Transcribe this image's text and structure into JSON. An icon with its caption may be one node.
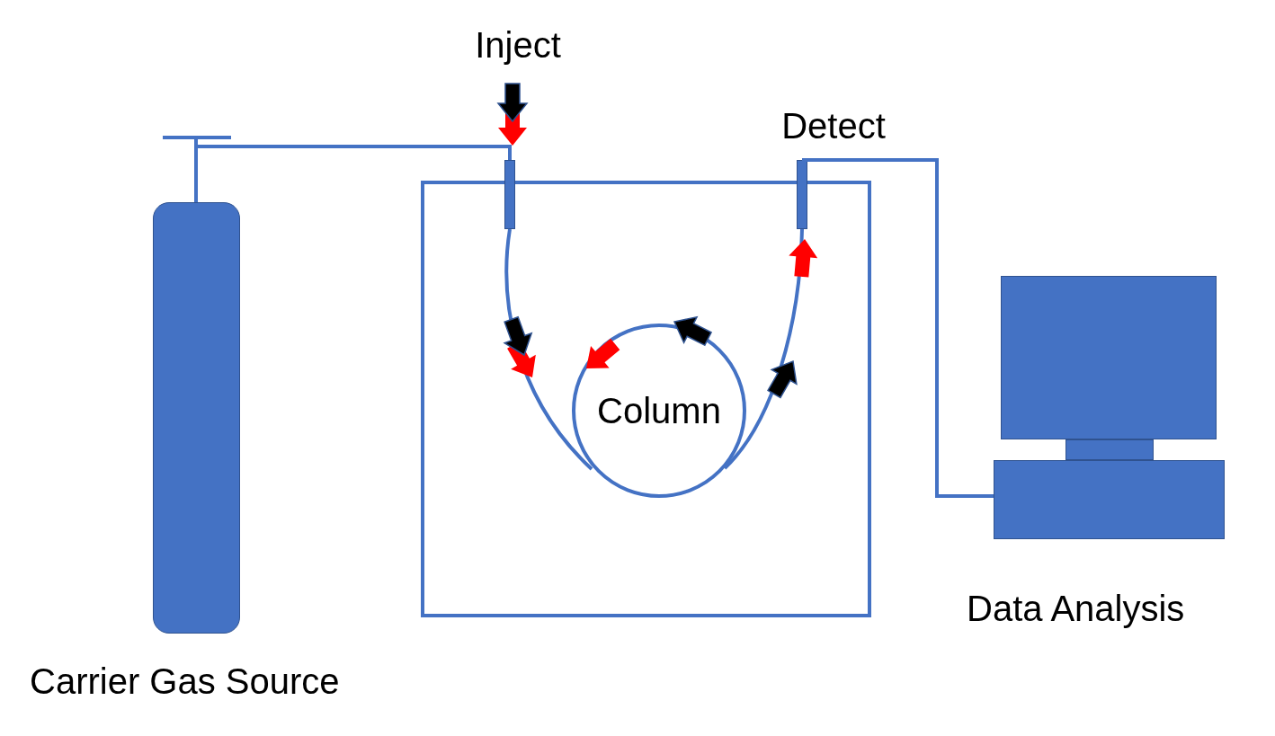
{
  "diagram": {
    "nodes": [
      {
        "text": [],
        "shape": "cylinder",
        "beside": [
          "Carrier Gas Source"
        ]
      },
      {
        "text": [],
        "shape": "box"
      },
      {
        "text": [
          "Inject"
        ]
      },
      {
        "text": [
          "Detect"
        ]
      },
      {
        "text": [
          "Column"
        ],
        "in": 1
      },
      {
        "text": [],
        "shape": "computer",
        "beside": [
          "Data Analysis"
        ]
      }
    ],
    "edges": [
      {
        "from": 0,
        "to": 2,
        "arrow": "none"
      },
      {
        "from": 2,
        "to": 4,
        "arrow": "none"
      },
      {
        "from": 4,
        "to": 3,
        "arrow": "none"
      },
      {
        "from": 3,
        "to": 5,
        "arrow": "none"
      }
    ]
  }
}
